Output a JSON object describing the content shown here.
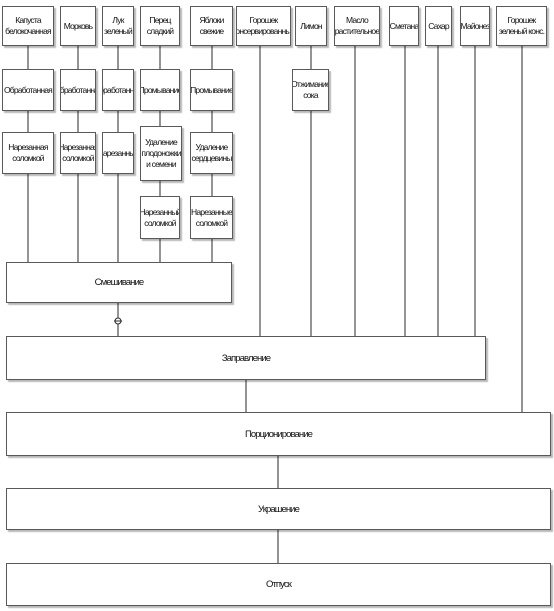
{
  "diagram": {
    "ingredients": {
      "n1": "Капуста белокочанная",
      "n2": "Морковь",
      "n3": "Лук зеленый",
      "n4": "Перец сладкий",
      "n5": "Яблоки свежие",
      "n6": "Горошек консервированный",
      "n7": "Лимон",
      "n8": "Масло растительное",
      "n9": "Сметана",
      "n10": "Сахар",
      "n11": "Майонез",
      "n12": "Горошек зеленый конс."
    },
    "steps": {
      "capusta_process": "Обработанная",
      "capusta_cut": "Нарезанная соломкой",
      "morkov_process": "Обработанная",
      "morkov_cut": "Нарезанная соломкой",
      "luk_process": "Обработанный",
      "luk_cut": "Нарезанный",
      "perec_wash": "Промывание",
      "perec_seeds": "Удаление плодоножки и семени",
      "perec_cut": "Нарезанный соломкой",
      "yabloki_wash": "Промывание",
      "yabloki_core": "Удаление сердцевины",
      "yabloki_cut": "Нарезанные соломкой",
      "limon_juice": "Отжимание сока",
      "mix": "Смешивание",
      "dress": "Заправление",
      "portion": "Порционирование",
      "decorate": "Украшение",
      "serve": "Отпуск"
    }
  }
}
